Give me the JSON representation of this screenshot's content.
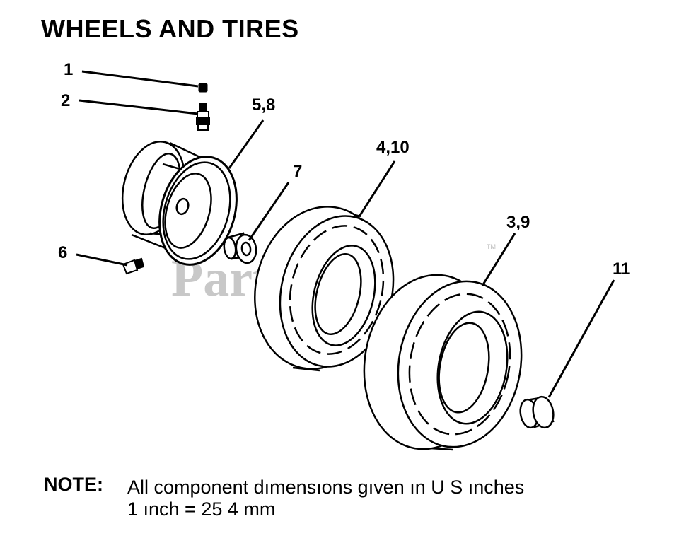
{
  "title": "WHEELS AND TIRES",
  "watermark": {
    "text": "PartsTree",
    "trademark": "TM",
    "color": "#c8c8c8"
  },
  "callouts": {
    "valve_cap": "1",
    "valve_stem": "2",
    "rear_tire": "3,9",
    "front_tire": "4,10",
    "rim": "5,8",
    "grease_fitting": "6",
    "bushing": "7",
    "rear_cap": "11"
  },
  "note": {
    "label": "NOTE:",
    "line1": "All component dımensıons gıven ın U S  ınches",
    "line2": "1 ınch = 25 4 mm"
  }
}
